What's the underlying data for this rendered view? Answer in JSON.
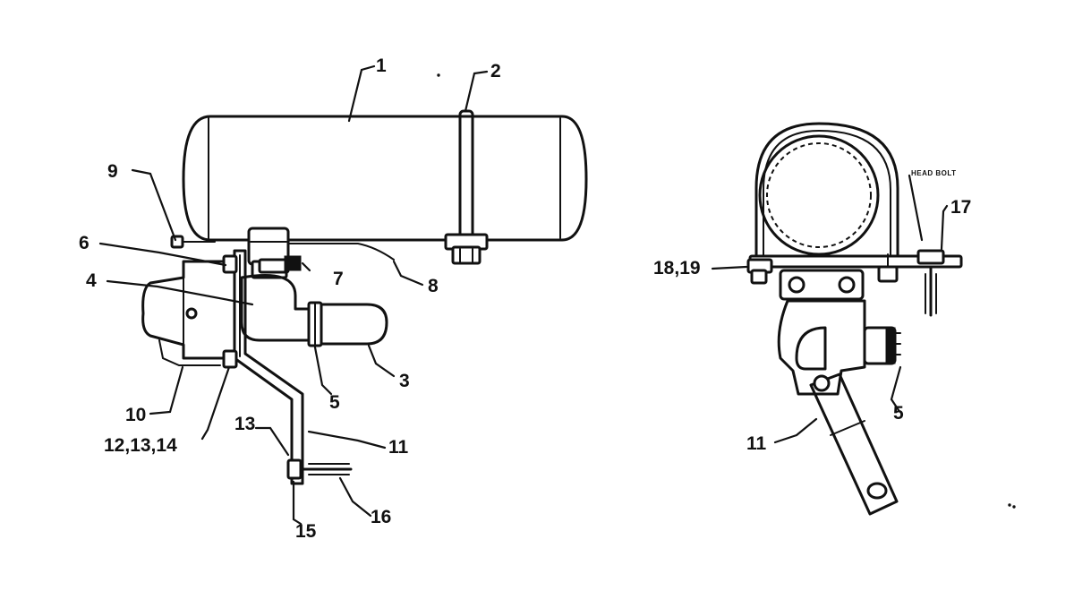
{
  "callouts": {
    "c1": "1",
    "c2": "2",
    "c3": "3",
    "c4": "4",
    "c5_left": "5",
    "c6": "6",
    "c7": "7",
    "c8": "8",
    "c9": "9",
    "c10": "10",
    "c11_left": "11",
    "c12_13_14": "12,13,14",
    "c13": "13",
    "c15": "15",
    "c16": "16",
    "c17": "17",
    "c18_19": "18,19",
    "c5_right": "5",
    "c11_right": "11"
  },
  "notes": {
    "head_bolt": "HEAD BOLT"
  }
}
